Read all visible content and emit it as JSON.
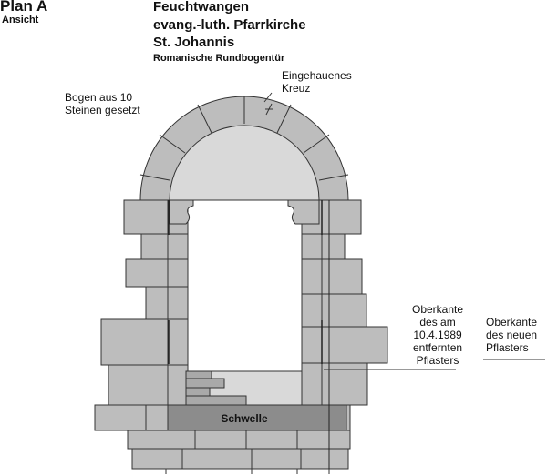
{
  "header": {
    "plan": "Plan A",
    "view": "Ansicht",
    "title_lines": [
      "Feuchtwangen",
      "evang.-luth. Pfarrkirche",
      "St. Johannis"
    ],
    "subtitle": "Romanische Rundbogentür"
  },
  "annotations": {
    "arch_stones": "Bogen aus 10\nSteinen gesetzt",
    "carved_cross": "Eingehauenes\nKreuz",
    "old_pavement": "Oberkante\ndes am\n10.4.1989\nentfernten\nPflasters",
    "new_pavement": "Oberkante\ndes neuen\nPflasters"
  },
  "threshold_label": "Schwelle",
  "colors": {
    "stone": "#bdbdbd",
    "stone_dark": "#a9a9a9",
    "opening": "#ffffff",
    "lunette": "#d9d9d9",
    "threshold": "#8c8c8c",
    "outline": "#333333"
  }
}
